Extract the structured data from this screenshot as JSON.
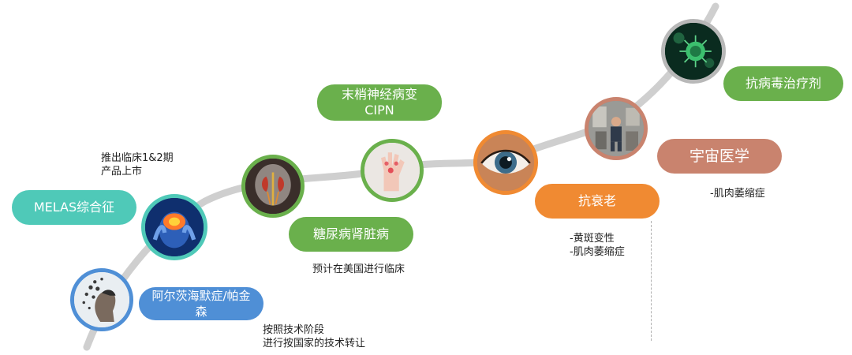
{
  "colors": {
    "curve": "#cfcfcf",
    "teal": "#4fc9b8",
    "green": "#6ab04c",
    "blue": "#4f8fd6",
    "orange": "#f08a32",
    "salmon": "#c9836e"
  },
  "stages": [
    {
      "id": "alzheimer",
      "label": "阿尔茨海默症/帕金森",
      "notes": [
        "按照技术阶段",
        "进行按国家的技术转让"
      ],
      "icon": "head-dissolving-icon"
    },
    {
      "id": "melas",
      "label": "MELAS综合征",
      "notes": [
        "推出临床1&2期",
        "产品上市"
      ],
      "icon": "brain-headache-icon"
    },
    {
      "id": "diabetic-kidney",
      "label": "糖尿病肾脏病",
      "notes": [
        "预计在美国进行临床"
      ],
      "icon": "kidney-anatomy-icon"
    },
    {
      "id": "cipn",
      "label_line1": "末梢神经病变",
      "label_line2": "CIPN",
      "icon": "numb-hand-icon"
    },
    {
      "id": "anti-aging",
      "label": "抗衰老",
      "notes": [
        "-黄斑变性",
        "-肌肉萎缩症"
      ],
      "icon": "eye-icon"
    },
    {
      "id": "space-medicine",
      "label": "宇宙医学",
      "notes": [
        "-肌肉萎缩症"
      ],
      "icon": "astronaut-icon"
    },
    {
      "id": "antiviral",
      "label": "抗病毒治疗剂",
      "icon": "virus-icon"
    }
  ]
}
